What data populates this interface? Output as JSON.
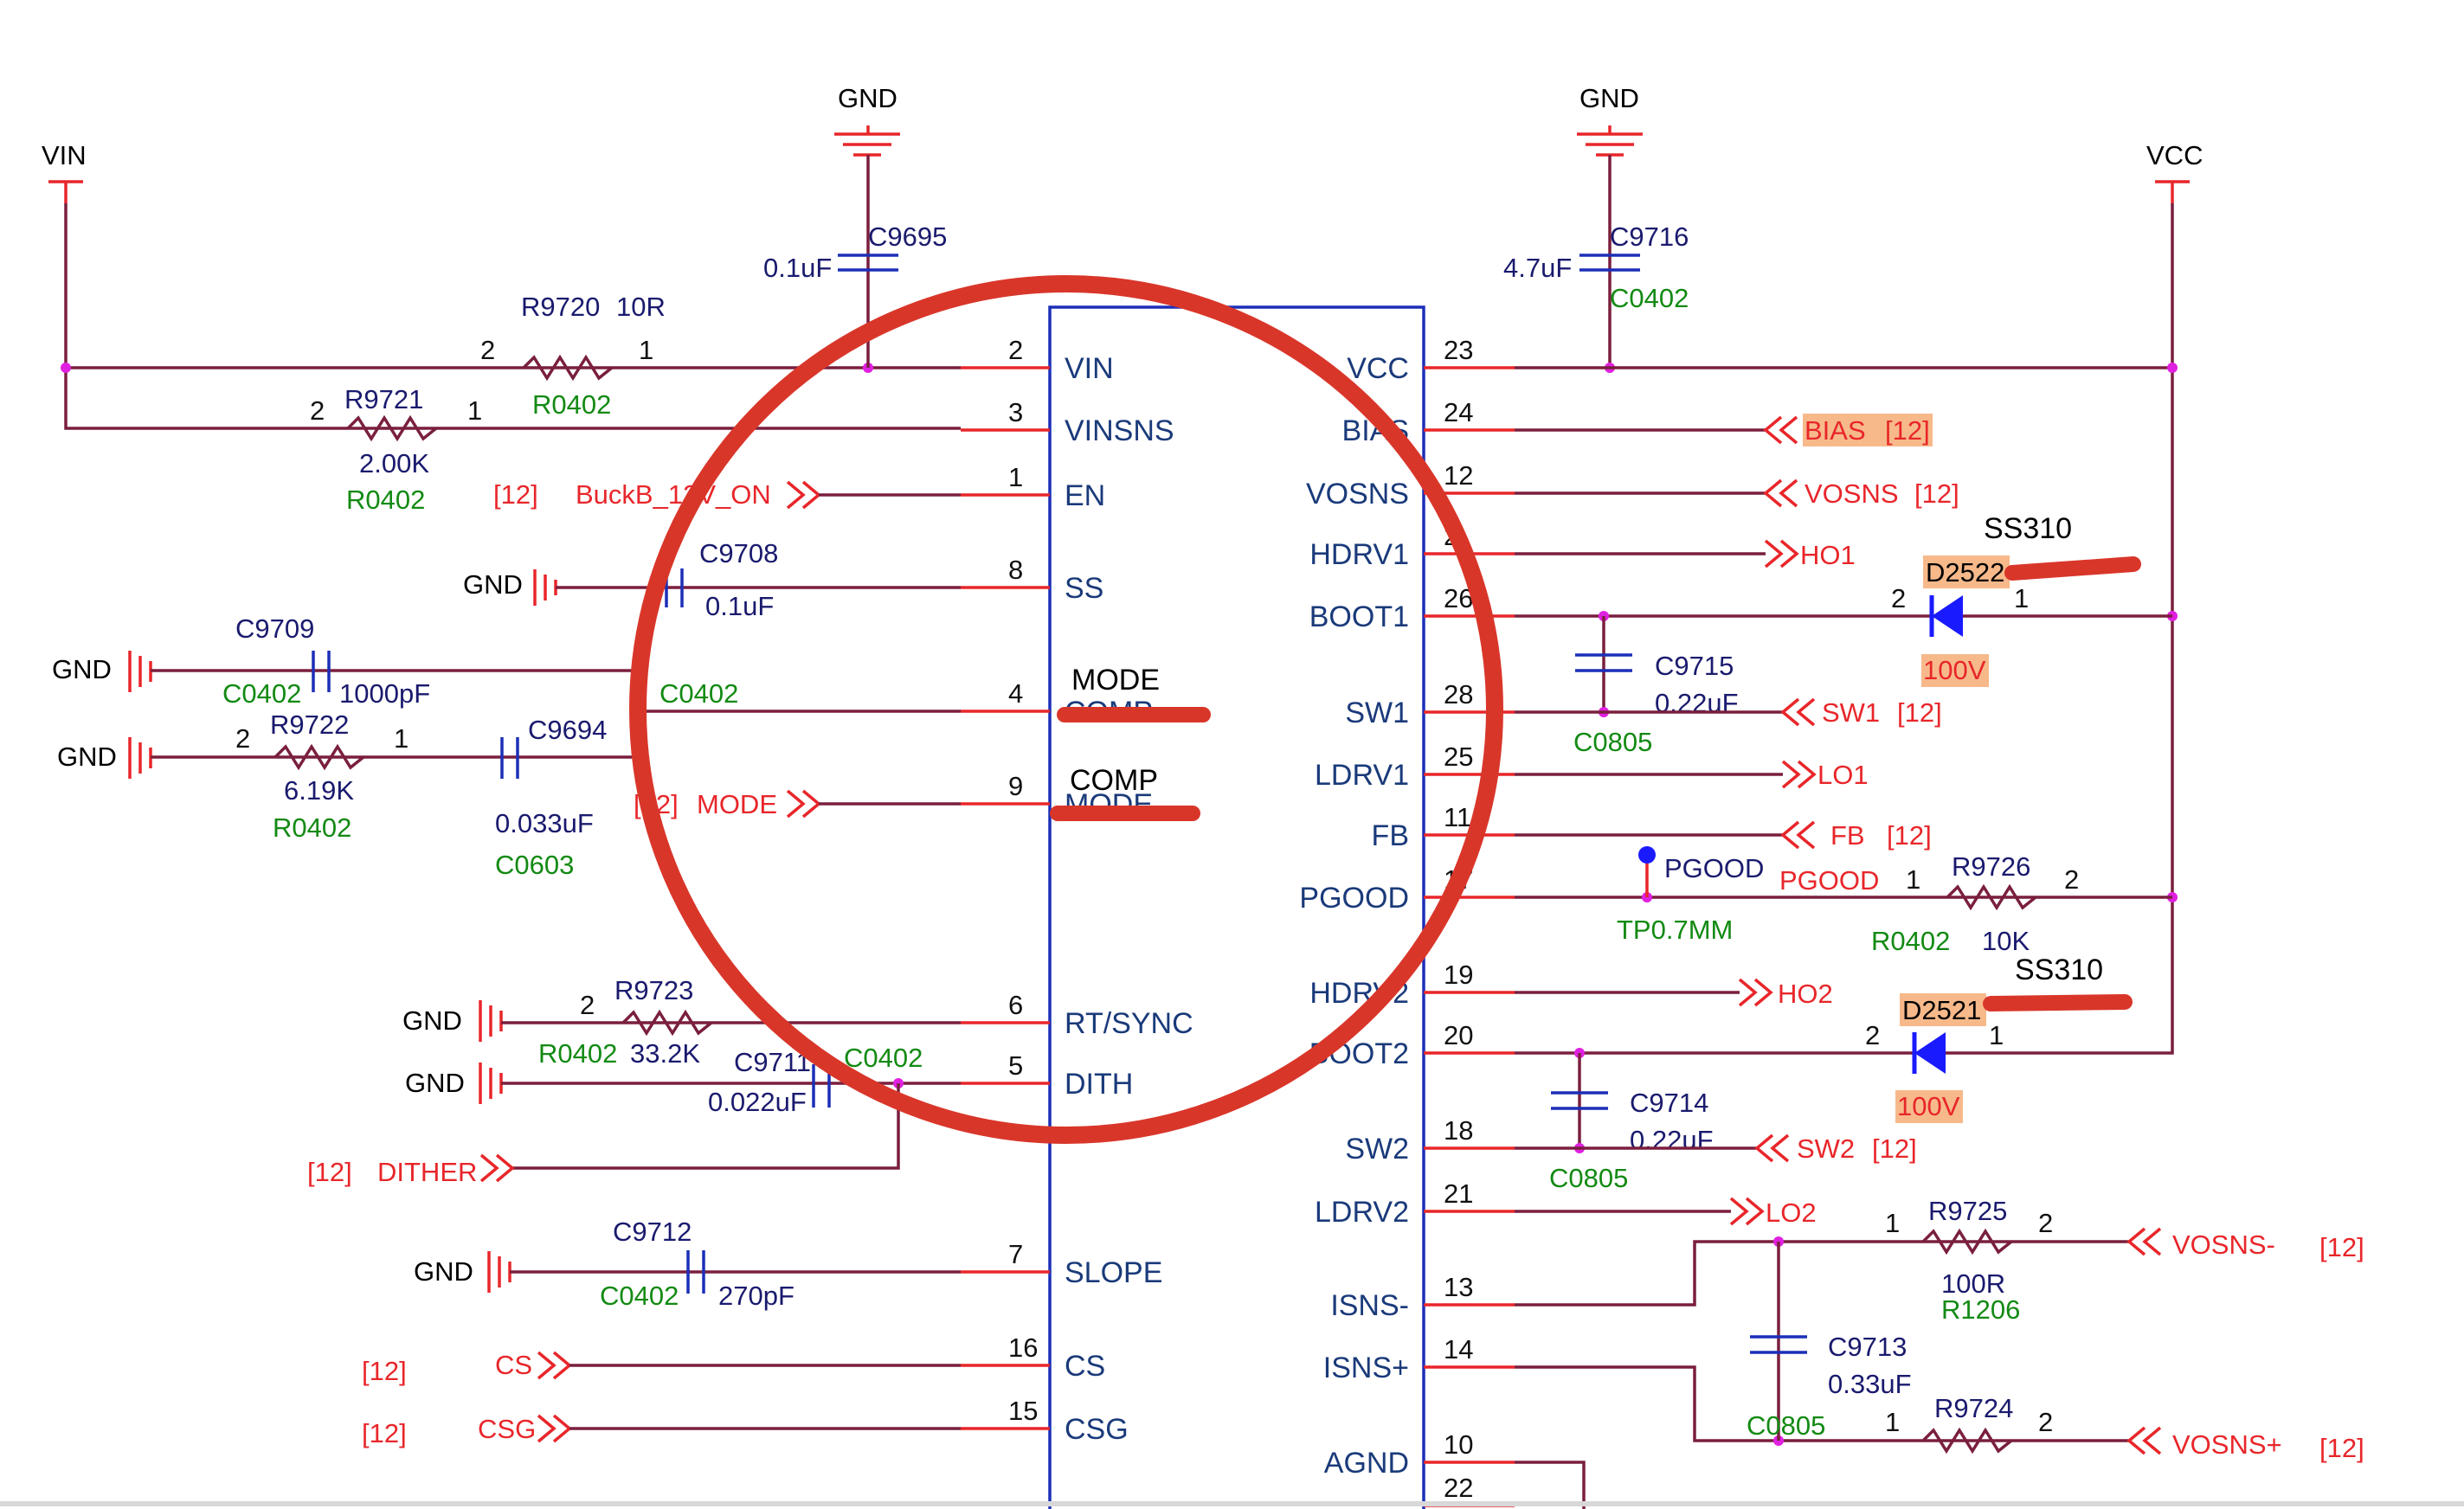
{
  "power": {
    "vin": "VIN",
    "vcc": "VCC",
    "gnd": "GND"
  },
  "chip": {
    "left_pins": [
      {
        "num": "2",
        "name": "VIN"
      },
      {
        "num": "3",
        "name": "VINSNS"
      },
      {
        "num": "1",
        "name": "EN"
      },
      {
        "num": "8",
        "name": "SS"
      },
      {
        "num": "4",
        "name": "COMP"
      },
      {
        "num": "9",
        "name": "MODE"
      },
      {
        "num": "6",
        "name": "RT/SYNC"
      },
      {
        "num": "5",
        "name": "DITH"
      },
      {
        "num": "7",
        "name": "SLOPE"
      },
      {
        "num": "16",
        "name": "CS"
      },
      {
        "num": "15",
        "name": "CSG"
      }
    ],
    "right_pins": [
      {
        "num": "23",
        "name": "VCC"
      },
      {
        "num": "24",
        "name": "BIAS"
      },
      {
        "num": "12",
        "name": "VOSNS"
      },
      {
        "num": "2",
        "name": "HDRV1"
      },
      {
        "num": "26",
        "name": "BOOT1"
      },
      {
        "num": "28",
        "name": "SW1"
      },
      {
        "num": "25",
        "name": "LDRV1"
      },
      {
        "num": "11",
        "name": "FB"
      },
      {
        "num": "17",
        "name": "PGOOD"
      },
      {
        "num": "19",
        "name": "HDRV2"
      },
      {
        "num": "20",
        "name": "BOOT2"
      },
      {
        "num": "18",
        "name": "SW2"
      },
      {
        "num": "21",
        "name": "LDRV2"
      },
      {
        "num": "13",
        "name": "ISNS-"
      },
      {
        "num": "14",
        "name": "ISNS+"
      },
      {
        "num": "10",
        "name": "AGND"
      },
      {
        "num": "22",
        "name": ""
      }
    ],
    "overlay_mode": "MODE",
    "overlay_comp": "COMP"
  },
  "components": {
    "r9720": {
      "ref": "R9720",
      "val": "10R",
      "pkg": "R0402",
      "p1": "2",
      "p2": "1"
    },
    "r9721": {
      "ref": "R9721",
      "val": "2.00K",
      "pkg": "R0402",
      "p1": "2",
      "p2": "1"
    },
    "r9722": {
      "ref": "R9722",
      "val": "6.19K",
      "pkg": "R0402",
      "p1": "2",
      "p2": "1"
    },
    "r9723": {
      "ref": "R9723",
      "val": "33.2K",
      "pkg": "R0402",
      "p1": "2"
    },
    "r9724": {
      "ref": "R9724",
      "p1": "1",
      "p2": "2"
    },
    "r9725": {
      "ref": "R9725",
      "val": "100R",
      "pkg": "R1206",
      "p1": "1",
      "p2": "2"
    },
    "r9726": {
      "ref": "R9726",
      "val": "10K",
      "pkg": "R0402",
      "p1": "1",
      "p2": "2"
    },
    "c9695": {
      "ref": "C9695",
      "val": "0.1uF"
    },
    "c9716": {
      "ref": "C9716",
      "val": "4.7uF",
      "pkg": "C0402"
    },
    "c9708": {
      "ref": "C9708",
      "val": "0.1uF"
    },
    "c9709": {
      "ref": "C9709",
      "val": "1000pF",
      "pkg": "C0402"
    },
    "c9709_pkg2": "C0402",
    "c9694": {
      "ref": "C9694",
      "val": "0.033uF",
      "pkg": "C0603"
    },
    "c9711": {
      "ref": "C9711",
      "val": "0.022uF",
      "pkg": "C0402"
    },
    "c9712": {
      "ref": "C9712",
      "val": "270pF",
      "pkg": "C0402"
    },
    "c9715": {
      "ref": "C9715",
      "val": "0.22uF",
      "pkg": "C0805"
    },
    "c9714": {
      "ref": "C9714",
      "val": "0.22uF",
      "pkg": "C0805"
    },
    "c9713": {
      "ref": "C9713",
      "val": "0.33uF",
      "pkg": "C0805"
    },
    "d2522": {
      "ref": "D2522",
      "part": "SS310",
      "rating": "100V",
      "p2": "2",
      "p1": "1"
    },
    "d2521": {
      "ref": "D2521",
      "part": "SS310",
      "rating": "100V",
      "p2": "2",
      "p1": "1"
    },
    "tp": {
      "name": "PGOOD",
      "pkg": "TP0.7MM"
    }
  },
  "nets": {
    "buckb": "BuckB_12V_ON",
    "mode": "MODE",
    "dither": "DITHER",
    "cs": "CS",
    "csg": "CSG",
    "bias": "BIAS",
    "vosns": "VOSNS",
    "ho1": "HO1",
    "sw1": "SW1",
    "lo1": "LO1",
    "fb": "FB",
    "pgood": "PGOOD",
    "ho2": "HO2",
    "sw2": "SW2",
    "lo2": "LO2",
    "vosns_minus": "VOSNS-",
    "vosns_plus": "VOSNS+",
    "sheet_ref": "[12]"
  },
  "colors": {
    "wire": "#7a1f3d",
    "pin_line": "#e8262a",
    "chip_outline": "#1c2fb8",
    "junction": "#e020e0",
    "diode": "#1a1aff",
    "highlight": "#f7b98a",
    "annotation_red": "#d9362a"
  }
}
